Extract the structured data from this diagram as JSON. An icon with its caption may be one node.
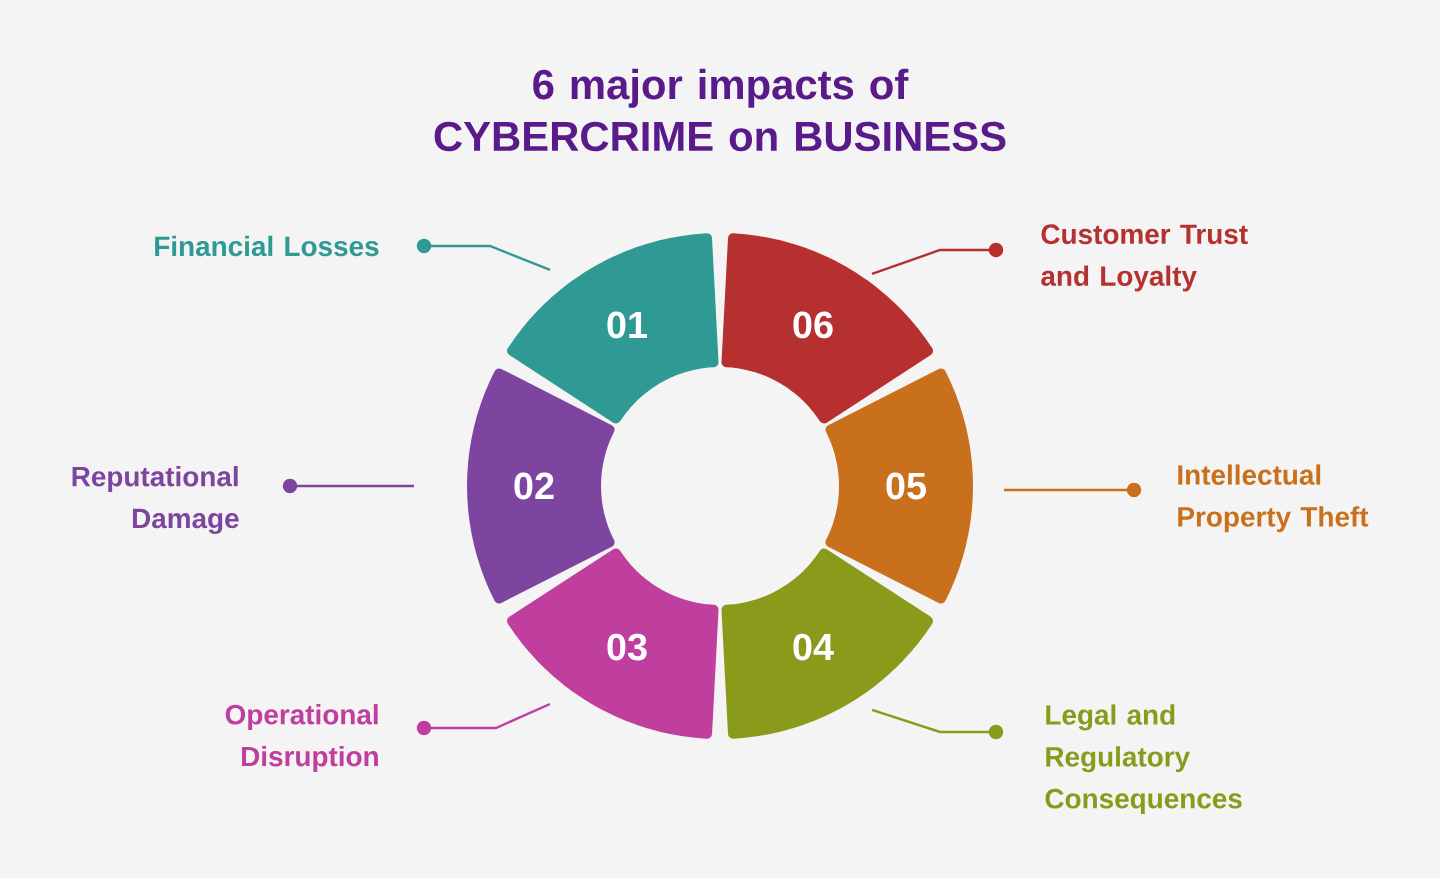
{
  "diagram": {
    "title": "6 major impacts of CYBERCRIME on BUSINESS",
    "nodes": [
      {
        "text": [
          "01"
        ]
      },
      {
        "text": [
          "02"
        ]
      },
      {
        "text": [
          "03"
        ]
      },
      {
        "text": [
          "04"
        ]
      },
      {
        "text": [
          "05"
        ]
      },
      {
        "text": [
          "06"
        ]
      },
      {
        "text": [
          "Financial Losses"
        ]
      },
      {
        "text": [
          "Customer Trust and Loyalty"
        ]
      },
      {
        "text": [
          "Reputational Damage"
        ]
      },
      {
        "text": [
          "Intellectual Property Theft"
        ]
      },
      {
        "text": [
          "Operational Disruption"
        ]
      },
      {
        "text": [
          "Legal and Regulatory Consequences"
        ]
      }
    ],
    "edges": [
      {
        "from": 6,
        "to": 0,
        "arrow": "other",
        "color": "#2e9a93"
      },
      {
        "from": 7,
        "to": 5,
        "arrow": "other",
        "color": "#b5302f"
      },
      {
        "from": 8,
        "to": 1,
        "arrow": "other",
        "color": "#7d45a0"
      },
      {
        "from": 9,
        "to": 4,
        "arrow": "other",
        "color": "#c8701b"
      },
      {
        "from": 10,
        "to": 2,
        "arrow": "other",
        "color": "#c03e9e"
      },
      {
        "from": 11,
        "to": 3,
        "arrow": "other",
        "color": "#8a9a1a"
      }
    ]
  }
}
